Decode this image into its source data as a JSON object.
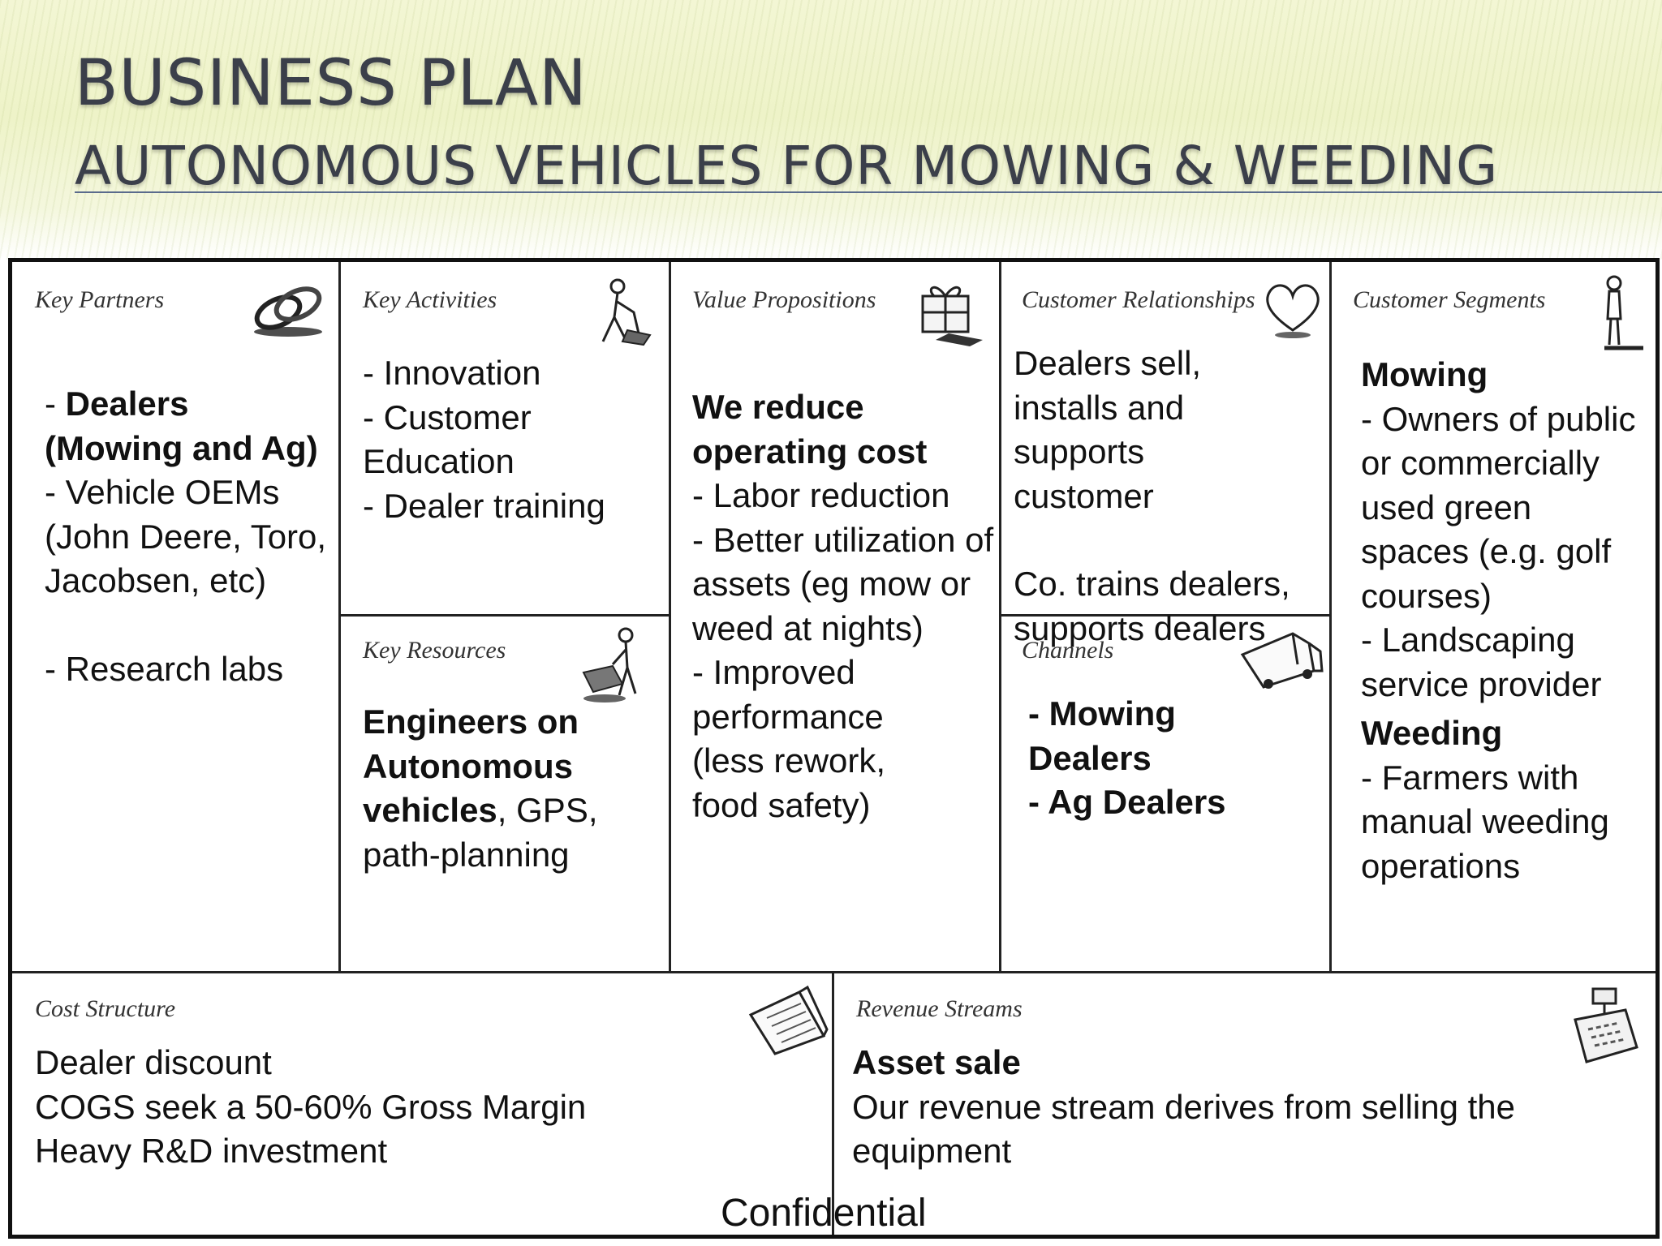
{
  "header": {
    "title": "BUSINESS PLAN",
    "subtitle": "AUTONOMOUS VEHICLES FOR MOWING & WEEDING"
  },
  "canvas": {
    "key_partners": {
      "label": "Key Partners",
      "icon": "chain-links-icon",
      "items": [
        {
          "prefix": "- ",
          "bold": "Dealers (Mowing and Ag)"
        },
        {
          "text": "- Vehicle OEMs (John Deere, Toro, Jacobsen, etc)"
        },
        {
          "text": "- Research labs"
        }
      ]
    },
    "key_activities": {
      "label": "Key Activities",
      "icon": "worker-mowing-icon",
      "items": [
        "- Innovation",
        "- Customer Education",
        "- Dealer training"
      ]
    },
    "key_resources": {
      "label": "Key Resources",
      "icon": "worker-with-machine-icon",
      "bold": "Engineers on Autonomous vehicles",
      "rest": ", GPS, path-planning"
    },
    "value_propositions": {
      "label": "Value Propositions",
      "icon": "gift-box-icon",
      "bold": "We reduce operating cost",
      "items": [
        "- Labor reduction",
        "- Better utilization of assets (eg mow or weed at nights)",
        "- Improved performance (less rework, food safety)"
      ]
    },
    "customer_relationships": {
      "label": "Customer Relationships",
      "icon": "heart-icon",
      "para1": "Dealers sell, installs and supports customer",
      "para2": "Co. trains dealers, supports dealers"
    },
    "channels": {
      "label": "Channels",
      "icon": "delivery-truck-icon",
      "items": [
        "- Mowing Dealers",
        "- Ag Dealers"
      ]
    },
    "customer_segments": {
      "label": "Customer Segments",
      "icon": "person-standing-icon",
      "group1_title": "Mowing",
      "group1_items": [
        "- Owners of public or commercially used green spaces (e.g. golf courses)",
        "- Landscaping service provider"
      ],
      "group2_title": "Weeding",
      "group2_items": [
        "- Farmers with manual weeding operations"
      ]
    },
    "cost_structure": {
      "label": "Cost Structure",
      "icon": "receipt-icon",
      "lines": [
        "Dealer discount",
        "COGS seek a 50-60% Gross Margin",
        "Heavy R&D investment"
      ]
    },
    "revenue_streams": {
      "label": "Revenue Streams",
      "icon": "cash-register-icon",
      "bold": "Asset sale",
      "text": "Our revenue stream derives from selling the equipment"
    }
  },
  "footer": {
    "confidential": "Confidential"
  }
}
